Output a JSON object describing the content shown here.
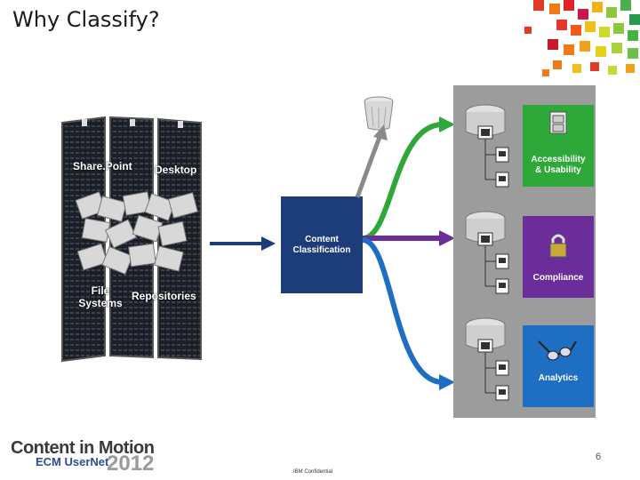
{
  "slide": {
    "title": "Why Classify?",
    "page_number": "6",
    "confidential": "IBM Confidential"
  },
  "servers": {
    "labels": [
      "Share.Point",
      "Desktop",
      "File Systems",
      "Repositories"
    ]
  },
  "classifier": {
    "label_line1": "Content",
    "label_line2": "Classification"
  },
  "targets": [
    {
      "label_line1": "Accessibility",
      "label_line2": "& Usability",
      "color": "#2fa83a",
      "icon": "filing-cabinet-icon"
    },
    {
      "label_line1": "Compliance",
      "label_line2": "",
      "color": "#6a2d9a",
      "icon": "padlock-icon"
    },
    {
      "label_line1": "Analytics",
      "label_line2": "",
      "color": "#1e6fc4",
      "icon": "glasses-icon"
    }
  ],
  "logo": {
    "line1": "Content in Motion",
    "line2": "ECM UserNet",
    "year": "2012"
  },
  "colors": {
    "classifier_box": "#1d3c7a",
    "arrow_gray": "#8a8a8a",
    "arrow_green": "#2fa83a",
    "arrow_purple": "#6a2d9a",
    "arrow_blue": "#1e6fc4",
    "panel_gray": "#9c9c9c"
  }
}
